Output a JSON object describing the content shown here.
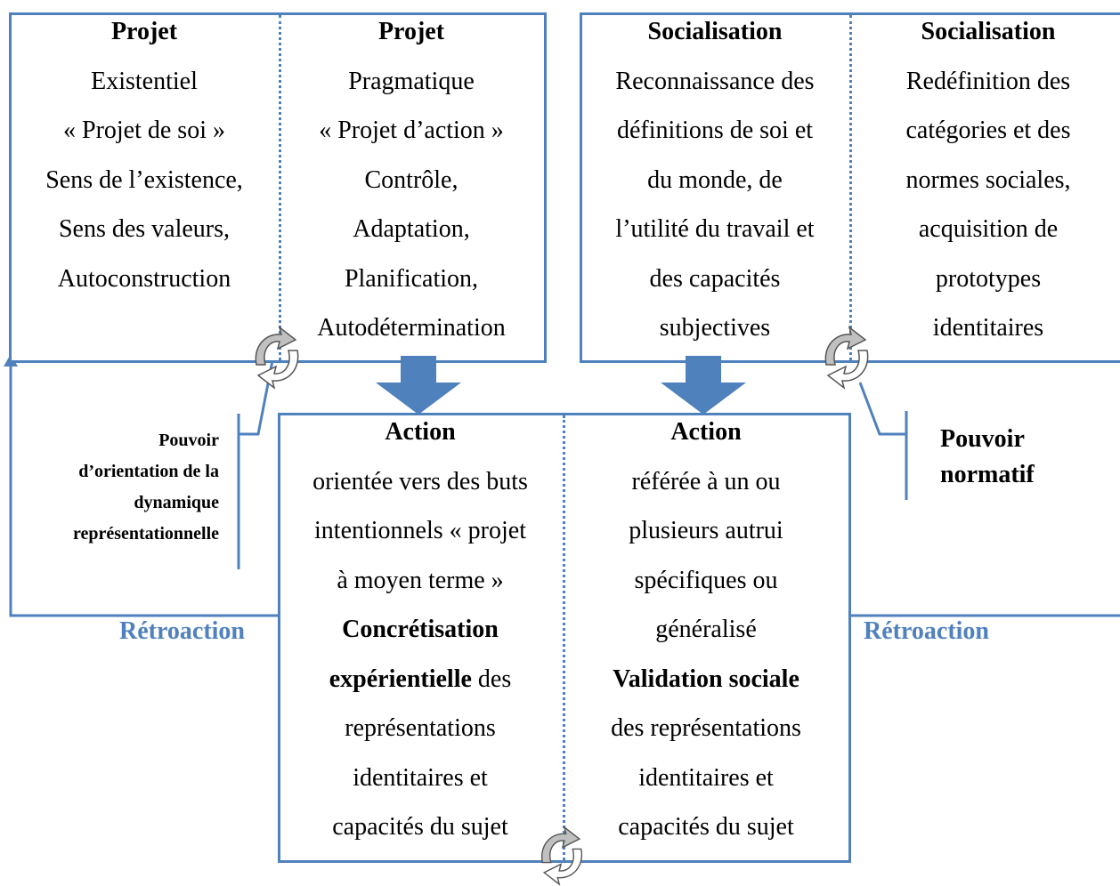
{
  "colors": {
    "accent": "#4f81bd",
    "cycle_fill": "#c0c0c0"
  },
  "projet_existentiel": {
    "title": "Projet",
    "lines": [
      "Existentiel",
      "« Projet de soi »",
      "Sens de l’existence,",
      "Sens des valeurs,",
      "Autoconstruction"
    ]
  },
  "projet_pragmatique": {
    "title": "Projet",
    "lines": [
      "Pragmatique",
      "« Projet d’action »",
      "Contrôle,",
      "Adaptation,",
      "Planification,",
      "Autodétermination"
    ]
  },
  "socialisation_reconnaissance": {
    "title": "Socialisation",
    "lines": [
      "Reconnaissance des",
      "définitions de soi et",
      "du monde, de",
      "l’utilité du travail et",
      "des capacités",
      "subjectives"
    ]
  },
  "socialisation_redefinition": {
    "title": "Socialisation",
    "lines": [
      "Redéfinition des",
      "catégories et des",
      "normes sociales,",
      "acquisition de",
      "prototypes",
      "identitaires"
    ]
  },
  "action_orientee": {
    "title": "Action",
    "lines": [
      "orientée vers des buts",
      "intentionnels « projet",
      "à moyen terme »"
    ],
    "bold_1": "Concrétisation",
    "bold_2": "expérientielle",
    "after_bold": " des",
    "tail": [
      "représentations",
      "identitaires et",
      "capacités du sujet"
    ]
  },
  "action_referee": {
    "title": "Action",
    "lines": [
      "référée à un ou",
      "plusieurs autrui",
      "spécifiques ou",
      "généralisé"
    ],
    "bold": "Validation sociale",
    "tail": [
      "des représentations",
      "identitaires et",
      "capacités du sujet"
    ]
  },
  "pouvoir_orientation": [
    "Pouvoir",
    "d’orientation de la",
    "dynamique",
    "représentationnelle"
  ],
  "pouvoir_normatif": [
    "Pouvoir",
    "normatif"
  ],
  "retroaction_left": "Rétroaction",
  "retroaction_right": "Rétroaction"
}
